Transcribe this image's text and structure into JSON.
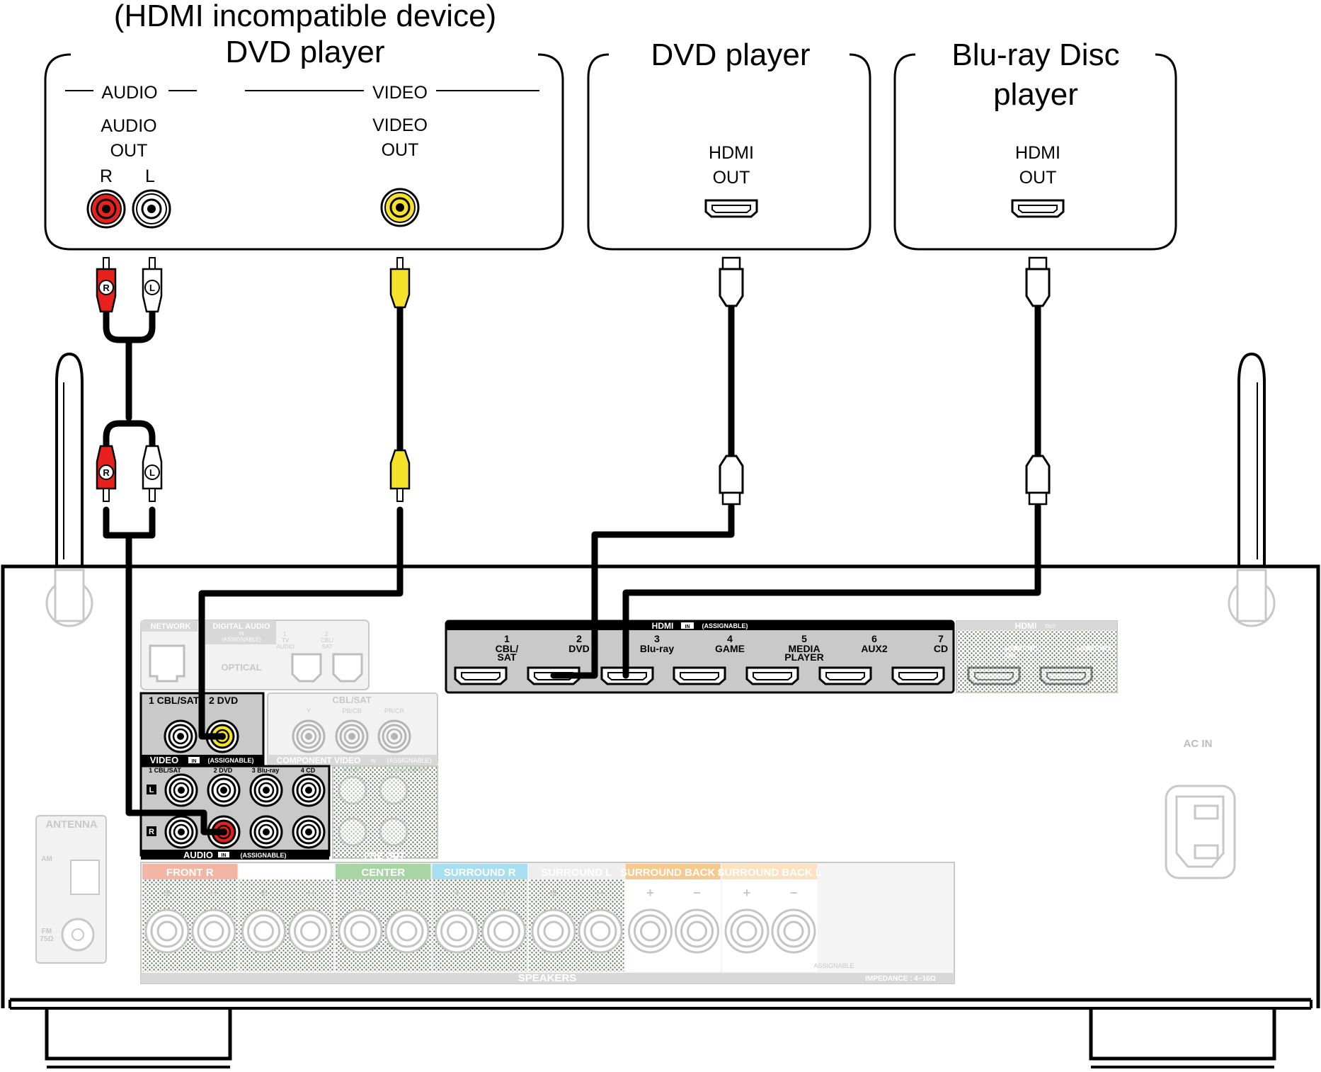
{
  "devices": {
    "analog_dvd": {
      "subtitle": "(HDMI incompatible device)",
      "title": "DVD player",
      "audio_group": "AUDIO",
      "video_group": "VIDEO",
      "audio_out_1": "AUDIO",
      "audio_out_2": "OUT",
      "video_out_1": "VIDEO",
      "video_out_2": "OUT",
      "right": "R",
      "left": "L"
    },
    "hdmi_dvd": {
      "title": "DVD player",
      "port_1": "HDMI",
      "port_2": "OUT"
    },
    "bluray": {
      "title_1": "Blu-ray Disc",
      "title_2": "player",
      "port_1": "HDMI",
      "port_2": "OUT"
    }
  },
  "plug_labels": {
    "right": "R",
    "left": "L"
  },
  "receiver": {
    "hdmi_in": {
      "header": "HDMI",
      "in_tag": "IN",
      "assignable": "(ASSIGNABLE)",
      "inputs": [
        {
          "num": "1",
          "line1": "CBL/",
          "line2": "SAT"
        },
        {
          "num": "2",
          "line1": "DVD",
          "line2": ""
        },
        {
          "num": "3",
          "line1": "Blu-ray",
          "line2": ""
        },
        {
          "num": "4",
          "line1": "GAME",
          "line2": ""
        },
        {
          "num": "5",
          "line1": "MEDIA",
          "line2": "PLAYER"
        },
        {
          "num": "6",
          "line1": "AUX2",
          "line2": ""
        },
        {
          "num": "7",
          "line1": "CD",
          "line2": ""
        }
      ]
    },
    "hdmi_out": {
      "header": "HDMI",
      "out_tag": "OUT",
      "monitor1": "MONITOR1",
      "arc": "ARC",
      "monitor2": "MONITOR2"
    },
    "network": "NETWORK",
    "digital_audio": "DIGITAL AUDIO",
    "digital_in": "IN",
    "digital_assignable": "(ASSIGNABLE)",
    "optical": "OPTICAL",
    "optical_1": "1",
    "optical_1a": "TV",
    "optical_1b": "AUDIO",
    "optical_2": "2",
    "optical_2a": "CBL/",
    "optical_2b": "SAT",
    "video_in": {
      "label1": "1 CBL/SAT",
      "label2": "2 DVD",
      "footer": "VIDEO",
      "in_tag": "IN",
      "assignable": "(ASSIGNABLE)"
    },
    "component": {
      "header": "CBL/SAT",
      "y": "Y",
      "pb": "PB/CB",
      "pr": "PR/CR",
      "footer": "COMPONENT VIDEO",
      "in_tag": "IN",
      "assignable": "(ASSIGNABLE)"
    },
    "audio_in": {
      "labels": [
        "1 CBL/SAT",
        "2 DVD",
        "3 Blu-ray",
        "4 CD"
      ],
      "left": "L",
      "right": "R",
      "footer": "AUDIO",
      "in_tag": "IN",
      "assignable": "(ASSIGNABLE)"
    },
    "zone2": "ZONE2",
    "subwoofer": "SUBWOOFER",
    "pre_out": "PRE OUT",
    "antenna": "ANTENNA",
    "am": "AM",
    "fm": "FM",
    "fm_ohm": "75Ω",
    "ac_in": "AC IN",
    "speakers": {
      "channels": [
        {
          "label": "FRONT",
          "side": "R",
          "color": "#f4b6a4"
        },
        {
          "label": "FRONT",
          "side": "L",
          "color": "#ffffff"
        },
        {
          "label": "CENTER",
          "side": "",
          "color": "#a9d5a4"
        },
        {
          "label": "SURROUND",
          "side": "R",
          "color": "#a8dff0"
        },
        {
          "label": "SURROUND",
          "side": "L",
          "color": "#eeeeee"
        },
        {
          "label": "SURROUND BACK",
          "side": "R",
          "color": "#f6c98f"
        },
        {
          "label": "SURROUND BACK",
          "side": "L",
          "color": "#fbe2c0"
        }
      ],
      "plus": "+",
      "minus": "−",
      "footer": "SPEAKERS",
      "assignable": "ASSIGNABLE",
      "impedance": "IMPEDANCE : 4~16Ω"
    }
  },
  "colors": {
    "red_jack": "#e8211d",
    "yellow_jack": "#f6e22a",
    "panel_gray": "#c9c9c9",
    "cable": "#000000"
  }
}
